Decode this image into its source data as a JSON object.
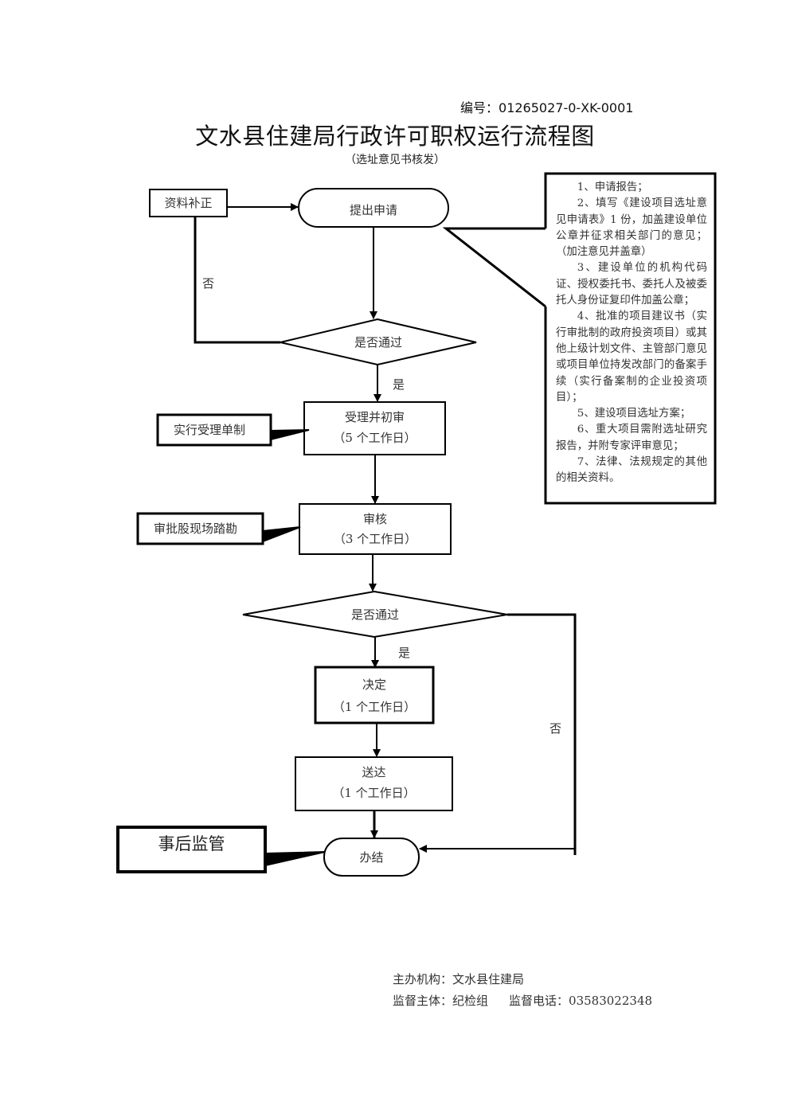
{
  "header": {
    "doc_number_label": "编号：",
    "doc_number": "01265027-0-XK-0001",
    "title": "文水县住建局行政许可职权运行流程图",
    "subtitle": "（选址意见书核发）"
  },
  "flow": {
    "supplement": "资料补正",
    "apply": "提出申请",
    "decision1": "是否通过",
    "decision1_no": "否",
    "decision1_yes": "是",
    "accept": {
      "title": "受理并初审",
      "days": "（5 个工作日）"
    },
    "accept_note": "实行受理单制",
    "review": {
      "title": "审核",
      "days": "（3 个工作日）"
    },
    "review_note": "审批股现场踏勘",
    "decision2": "是否通过",
    "decision2_yes": "是",
    "decision2_no": "否",
    "decide": {
      "title": "决定",
      "days": "（1 个工作日）"
    },
    "deliver": {
      "title": "送达",
      "days": "（1 个工作日）"
    },
    "finish": "办结",
    "finish_note": "事后监管"
  },
  "requirements": [
    {
      "text": "1、申请报告；",
      "indent": true
    },
    {
      "text": "2、填写《建设项目选址意见申请表》1 份，加盖建设单位公章并征求相关部门的意见；（加注意见并盖章）",
      "indent": true
    },
    {
      "text": "3、建设单位的机构代码证、授权委托书、委托人及被委托人身份证复印件加盖公章；",
      "indent": true
    },
    {
      "text": "4、批准的项目建议书（实行审批制的政府投资项目）或其他上级计划文件、主管部门意见或项目单位持发改部门的备案手续（实行备案制的企业投资项目）；",
      "indent": true
    },
    {
      "text": "5、建设项目选址方案；",
      "indent": true
    },
    {
      "text": "6、重大项目需附选址研究报告，并附专家评审意见；",
      "indent": true
    },
    {
      "text": "7、法律、法规规定的其他的相关资料。",
      "indent": true
    }
  ],
  "footer": {
    "organizer_label": "主办机构：",
    "organizer": "文水县住建局",
    "supervisor_label": "监督主体：",
    "supervisor": "纪检组",
    "phone_label": "监督电话：",
    "phone": "03583022348"
  }
}
